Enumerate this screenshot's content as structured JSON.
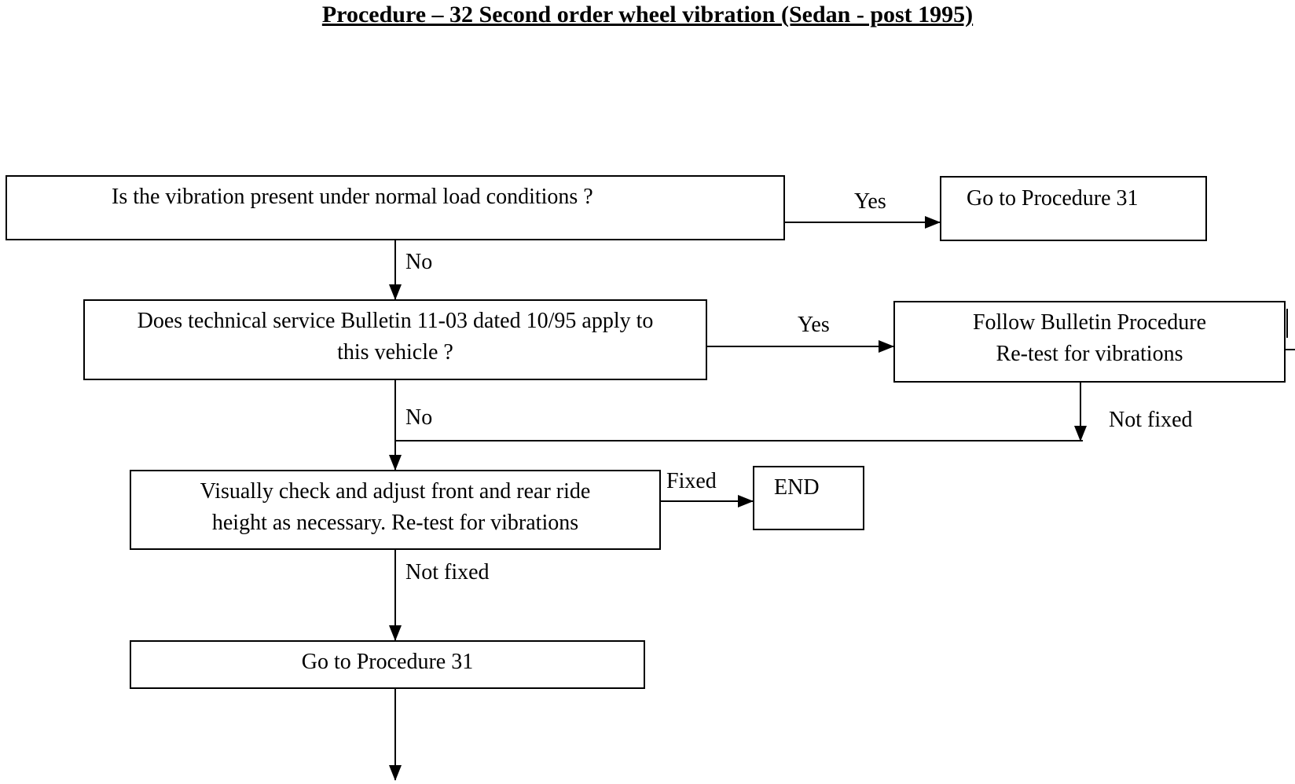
{
  "title": "Procedure – 32 Second order wheel vibration (Sedan - post 1995)",
  "nodes": {
    "q1": "Is the vibration present under normal load conditions ?",
    "goto_top": "Go to Procedure 31",
    "q2_line1": "Does technical service Bulletin 11-03 dated 10/95 apply to",
    "q2_line2": "this vehicle ?",
    "bulletin_line1": "Follow Bulletin Procedure",
    "bulletin_line2": "Re-test for vibrations",
    "check_line1": "Visually check and adjust front and rear ride",
    "check_line2": "height  as necessary.  Re-test for vibrations",
    "end": "END",
    "goto_bottom": "Go to Procedure 31"
  },
  "edges": {
    "q1_yes": "Yes",
    "q1_no": "No",
    "q2_yes": "Yes",
    "q2_no": "No",
    "bulletin_not_fixed": "Not fixed",
    "check_fixed": "Fixed",
    "check_not_fixed": "Not fixed"
  }
}
